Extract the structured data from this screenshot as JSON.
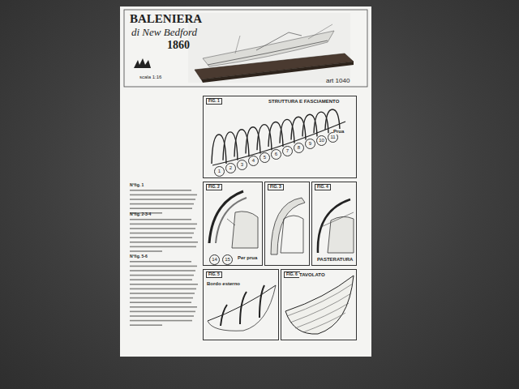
{
  "diagram": {
    "title": "BALENIERA",
    "nodes": [
      {
        "text": [
          "FIG. 1",
          "STRUTTURA E FASCIAMENTO",
          "Prua"
        ]
      },
      {
        "text": [
          "FIG. 2",
          "Per prua"
        ]
      },
      {
        "text": [
          "FIG. 3"
        ]
      },
      {
        "text": [
          "FIG. 4",
          "PASTERATURA"
        ]
      },
      {
        "text": [
          "FIG. 5",
          "Bordo esterno"
        ]
      },
      {
        "text": [
          "FIG. 6",
          "TAVOLATO"
        ]
      }
    ],
    "labels": [
      "di New Bedford",
      "1860",
      "scala 1:16",
      "art 1040",
      "N°fig. 1",
      "N°fig. 2-3-4",
      "N°fig. 5-6",
      "1",
      "2",
      "3",
      "4",
      "5",
      "6",
      "7",
      "8",
      "9",
      "10",
      "11",
      "14",
      "15"
    ]
  }
}
